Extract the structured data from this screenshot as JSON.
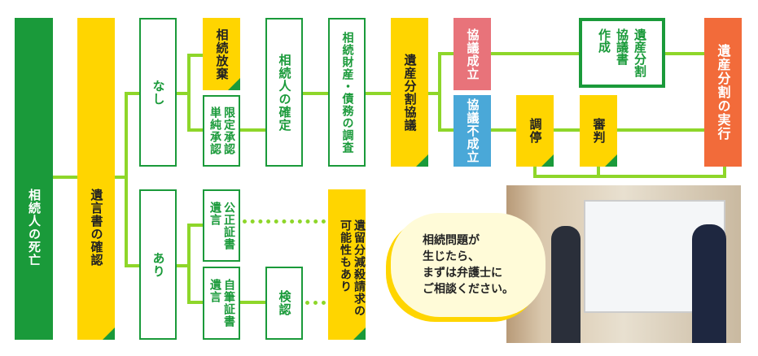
{
  "nodes": {
    "death": "相続人の死亡",
    "will_check": "遺言書の確認",
    "none": "なし",
    "exists": "あり",
    "renounce": "相続放棄",
    "accept": "限定承認\n単純承認",
    "notarized": "公正証書\n遺言",
    "holographic": "自筆証書\n遺言",
    "heir_confirm": "相続人の確定",
    "probate": "検認",
    "asset_survey": "相続財産・債務の調査",
    "reserved_share": "遺留分減殺請求の\n可能性もあり",
    "division_talk": "遺産分割協議",
    "agreed": "協議成立",
    "not_agreed": "協議不成立",
    "mediation": "調停",
    "judgment": "審判",
    "agreement_doc": "遺産分割\n協議書\n作成",
    "execution": "遺産分割の実行"
  },
  "bubble": "相続問題が\n生じたら、\nまずは弁護士に\nご相談ください。",
  "colors": {
    "green": "#1a9a3a",
    "line": "#8ed62a",
    "yellow": "#ffd500",
    "pink": "#e8737a",
    "blue": "#4aa8d8",
    "orange": "#f26b3a"
  }
}
